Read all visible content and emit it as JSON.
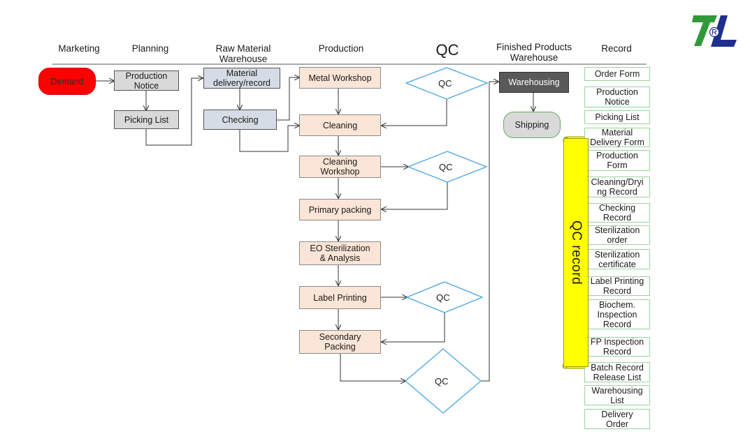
{
  "logo": {
    "text": "7RL",
    "color_dark": "#1f2f8f",
    "color_green": "#2e9a3a"
  },
  "headers": {
    "marketing": "Marketing",
    "planning": "Planning",
    "raw_material": "Raw Material\nWarehouse",
    "production": "Production",
    "qc": "QC",
    "finished": "Finished Products\nWarehouse",
    "record": "Record"
  },
  "nodes": {
    "demand": "Demand",
    "production_notice": "Production\nNotice",
    "picking_list": "Picking List",
    "material_delivery": "Material\ndelivery/record",
    "checking": "Checking",
    "metal_workshop": "Metal Workshop",
    "cleaning": "Cleaning",
    "cleaning_workshop": "Cleaning\nWorkshop",
    "primary_packing": "Primary packing",
    "eo_sterilization": "EO Sterilization\n& Analysis",
    "label_printing": "Label Printing",
    "secondary_packing": "Secondary\nPacking",
    "warehousing": "Warehousing",
    "shipping": "Shipping"
  },
  "qc_label": "QC",
  "records": [
    "Order Form",
    "Production\nNotice",
    "Picking List",
    "Material\nDelivery Form",
    "Production\nForm",
    "Cleaning/Dryi\nng Record",
    "Checking\nRecord",
    "Sterilization\norder",
    "Sterilization\ncertificate",
    "Label Printing\nRecord",
    "Biochem.\nInspection\nRecord",
    "FP Inspection\nRecord",
    "Batch Record\nRelease List",
    "Warehousing\nList",
    "Delivery\nOrder"
  ],
  "qc_record": "QC record",
  "colors": {
    "demand": "#ff0000",
    "planning_box": "#d9d9d9",
    "raw_box": "#d6dce5",
    "production_box": "#fbe5d6",
    "qc_diamond": "#4aa6e0",
    "warehousing": "#595959",
    "record_border": "#9bd29b",
    "qc_record": "#ffff00"
  }
}
